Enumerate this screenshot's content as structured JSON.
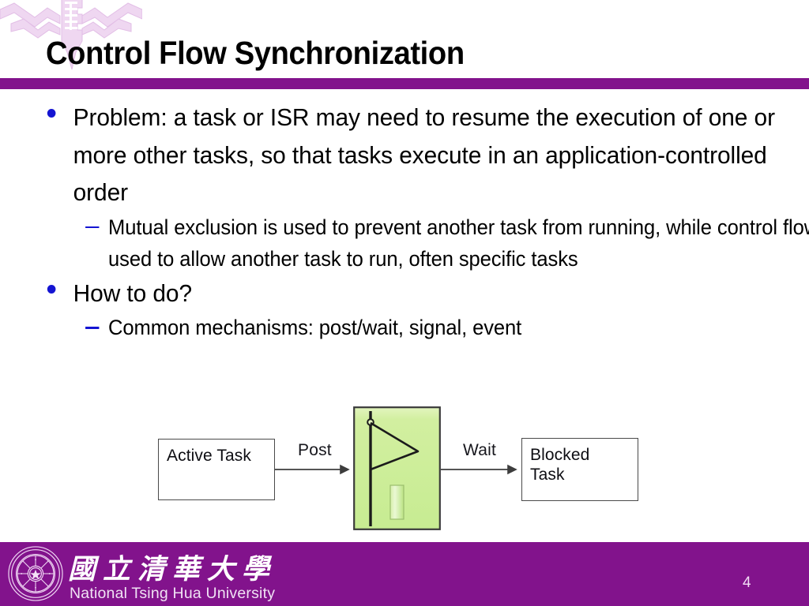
{
  "slide": {
    "title": "Control Flow Synchronization",
    "page_number": "4",
    "accent_purple": "#82138C",
    "bullet_blue": "#1414D2",
    "watermark_pink": "#EED5F0"
  },
  "body": {
    "bullets": [
      {
        "level": 1,
        "text": "Problem: a task or ISR may need to resume the execution of one or more other tasks, so that tasks execute in an application-controlled order",
        "marker": "disc"
      },
      {
        "level": 2,
        "text": "Mutual exclusion is used to prevent another task from running, while control flow is used to allow another task to run, often specific tasks",
        "marker": "dash"
      },
      {
        "level": 1,
        "text": "How to do?",
        "marker": "disc"
      },
      {
        "level": 2,
        "text": "Common mechanisms: post/wait, signal, event",
        "marker": "dash"
      }
    ]
  },
  "diagram": {
    "type": "flow",
    "nodes": [
      {
        "id": "active",
        "label": "Active Task",
        "shape": "rect",
        "fill": "#ffffff"
      },
      {
        "id": "semaphore",
        "label": "",
        "shape": "flag-box",
        "fill": "#CCEE99"
      },
      {
        "id": "blocked",
        "label": "Blocked Task",
        "label_line1": "Blocked",
        "label_line2": "Task",
        "shape": "rect",
        "fill": "#ffffff"
      }
    ],
    "edges": [
      {
        "from": "active",
        "to": "semaphore",
        "label": "Post"
      },
      {
        "from": "semaphore",
        "to": "blocked",
        "label": "Wait"
      }
    ],
    "semaphore_fill": "#CCEE99",
    "semaphore_stroke": "#3a3a3a"
  },
  "footer": {
    "university_cn": "國立清華大學",
    "university_en": "National Tsing Hua University",
    "seal_text": "TSING HUA UNIVERSITY"
  }
}
